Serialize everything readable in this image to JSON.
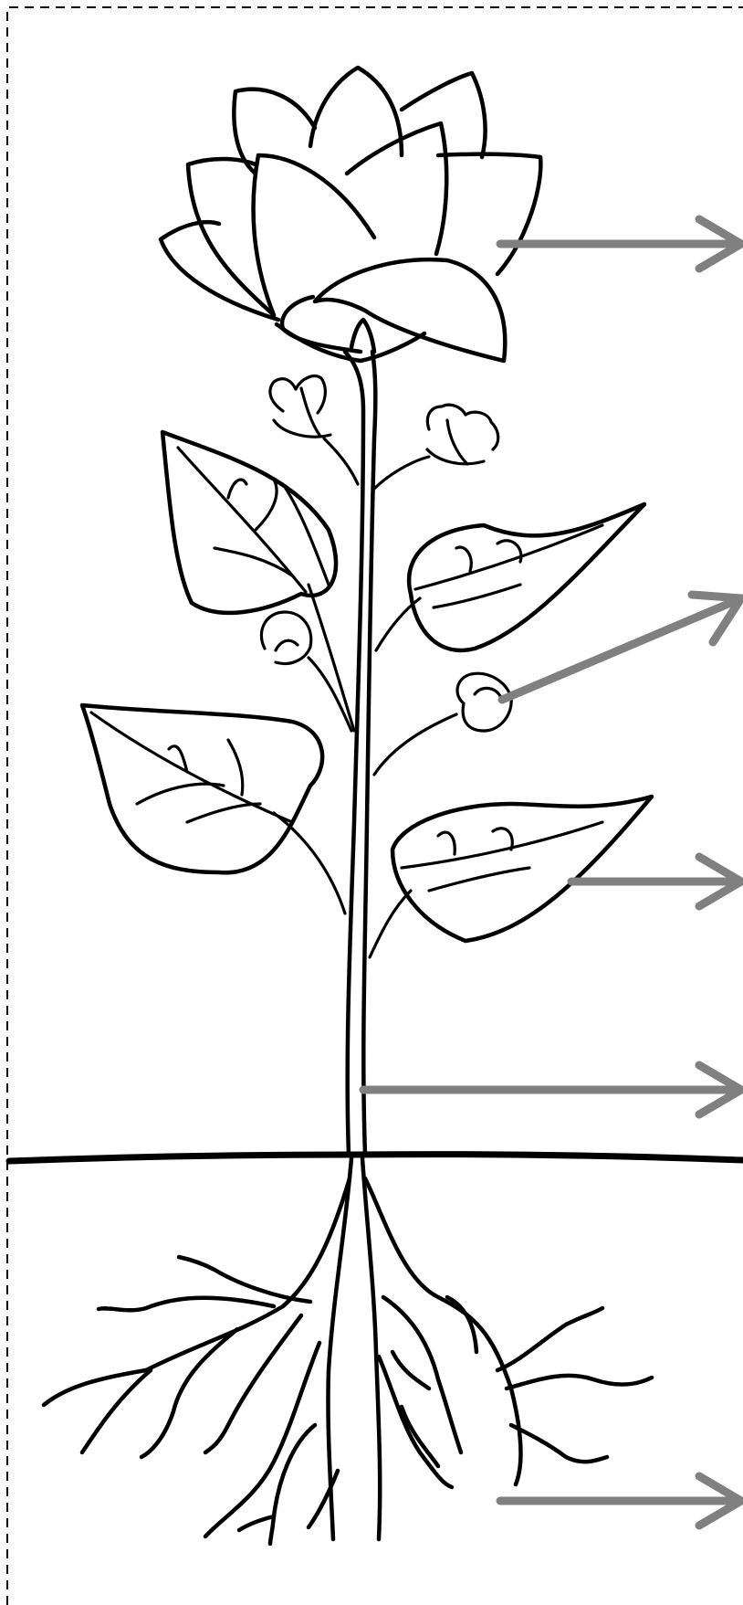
{
  "diagram": {
    "kind": "plant-parts-worksheet",
    "parts": [
      "flower",
      "bud",
      "leaf",
      "stem",
      "roots"
    ],
    "arrow_color": "#808080",
    "line_color": "#000000",
    "label_slots": 5
  }
}
